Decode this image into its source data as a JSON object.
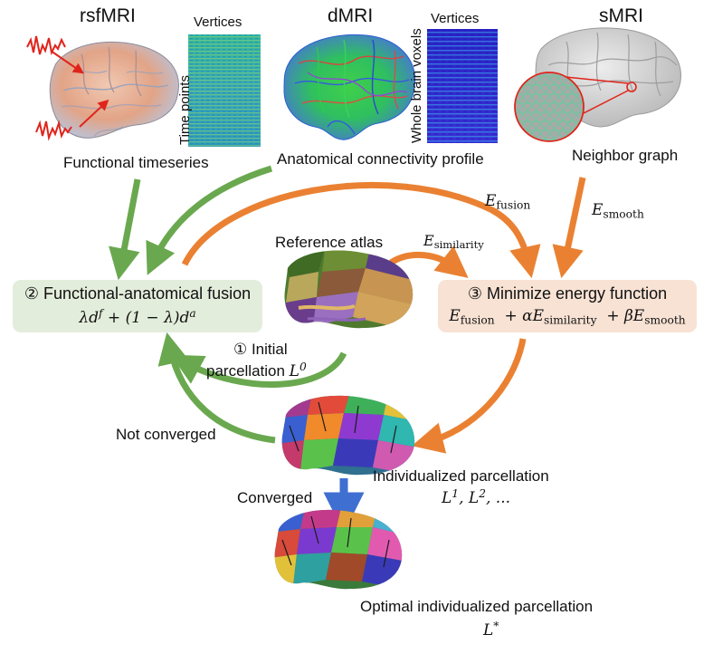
{
  "inputs": {
    "rsfmri": {
      "title": "rsfMRI",
      "caption": "Functional timeseries",
      "matrix_xlabel": "Vertices",
      "matrix_ylabel": "Time points"
    },
    "dmri": {
      "title": "dMRI",
      "caption": "Anatomical connectivity profile",
      "matrix_xlabel": "Vertices",
      "matrix_ylabel": "Whole brain voxels"
    },
    "smri": {
      "title": "sMRI",
      "caption": "Neighbor graph"
    }
  },
  "edges": {
    "e_fusion": {
      "symbol": "E",
      "sub": "fusion"
    },
    "e_smooth": {
      "symbol": "E",
      "sub": "smooth"
    },
    "e_similarity": {
      "symbol": "E",
      "sub": "similarity"
    }
  },
  "reference_atlas": {
    "label": "Reference atlas"
  },
  "fusion_box": {
    "title": "② Functional-anatomical fusion",
    "eq_a": "λd",
    "eq_a_sup": "f",
    "eq_b": " + (1 − λ)d",
    "eq_b_sup": "a",
    "color": "#e3eddb"
  },
  "energy_box": {
    "title": "③ Minimize energy function",
    "t1": "E",
    "t1_sub": "fusion",
    "t2": "  + αE",
    "t2_sub": "similarity",
    "t3": "  + βE",
    "t3_sub": "smooth",
    "color": "#f8e2d4"
  },
  "initial": {
    "line1": "① Initial",
    "line2": "parcellation ",
    "sym": "L",
    "sup": "0"
  },
  "loop": {
    "not_converged": "Not converged",
    "converged": "Converged",
    "individualized": "Individualized parcellation",
    "indiv_sym1": "L",
    "indiv_sup1": "1",
    "indiv_sep": ", ",
    "indiv_sym2": "L",
    "indiv_sup2": "2",
    "indiv_tail": ", ...",
    "optimal": "Optimal individualized parcellation",
    "optimal_sym": "L",
    "optimal_sup": "*"
  },
  "colors": {
    "green": "#6aa84f",
    "orange": "#ea8132",
    "blue": "#3f6fd1",
    "red": "#e0241b"
  }
}
